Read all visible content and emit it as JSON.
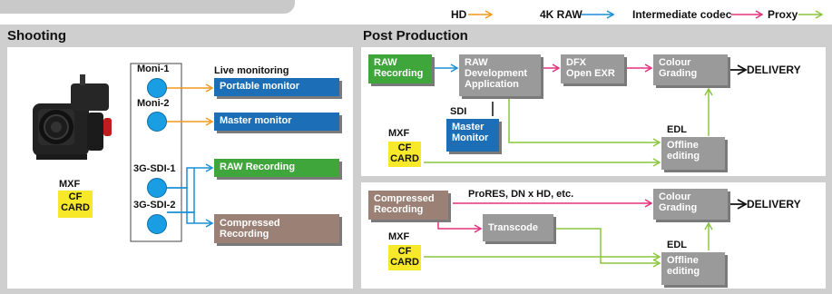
{
  "legend": {
    "hd": "HD",
    "raw4k": "4K RAW",
    "intermediate": "Intermediate codec",
    "proxy": "Proxy",
    "colors": {
      "hd": "#f39a1e",
      "raw4k": "#1a8fd6",
      "intermediate": "#e5307e",
      "proxy": "#8cc63f"
    }
  },
  "shooting": {
    "title": "Shooting",
    "camera_label": "MXF",
    "card": "CF\nCARD",
    "outputs": {
      "moni1": "Moni-1",
      "moni2": "Moni-2",
      "sdi1": "3G-SDI-1",
      "sdi2": "3G-SDI-2"
    },
    "live_monitoring": "Live monitoring",
    "portable_monitor": "Portable monitor",
    "master_monitor": "Master monitor",
    "raw_recording": "RAW Recording",
    "compressed_recording": "Compressed\nRecording"
  },
  "post": {
    "title": "Post Production",
    "raw": {
      "raw_recording": "RAW\nRecording",
      "raw_dev": "RAW\nDevelopment\nApplication",
      "dfx": "DFX\nOpen EXR",
      "grading": "Colour\nGrading",
      "delivery": "DELIVERY",
      "sdi": "SDI",
      "master_monitor": "Master\nMonitor",
      "mxf": "MXF",
      "card": "CF\nCARD",
      "edl": "EDL",
      "offline": "Offline\nediting"
    },
    "compressed": {
      "compressed_recording": "Compressed\nRecording",
      "codecs": "ProRES, DN x HD, etc.",
      "transcode": "Transcode",
      "grading": "Colour\nGrading",
      "delivery": "DELIVERY",
      "mxf": "MXF",
      "card": "CF\nCARD",
      "edl": "EDL",
      "offline": "Offline\nediting"
    }
  }
}
